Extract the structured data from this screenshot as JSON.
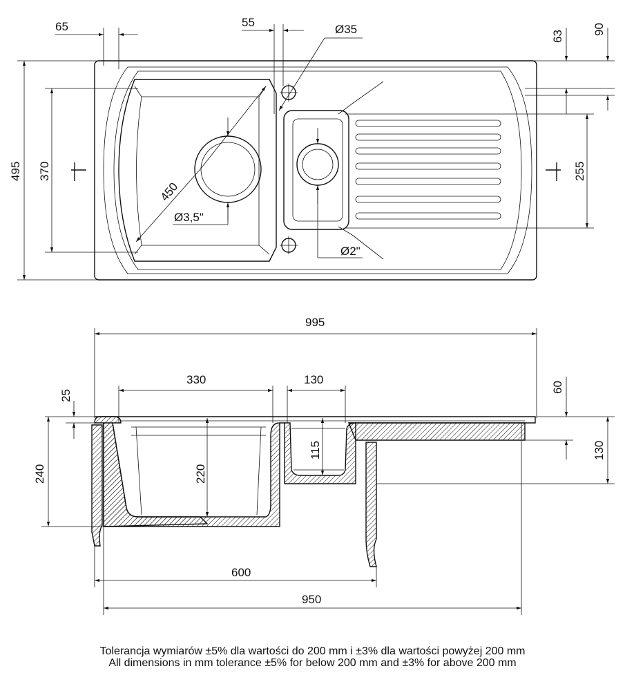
{
  "top_view": {
    "dims": {
      "d65": "65",
      "d55": "55",
      "d35": "Ø35",
      "d63": "63",
      "d90": "90",
      "d495": "495",
      "d370": "370",
      "d255": "255",
      "d450": "450",
      "drain_large": "Ø3,5\"",
      "drain_small": "Ø2\""
    }
  },
  "section_view": {
    "dims": {
      "d995": "995",
      "d330": "330",
      "d130_top": "130",
      "d25": "25",
      "d60": "60",
      "d130_right": "130",
      "d240": "240",
      "d220": "220",
      "d115": "115",
      "d600": "600",
      "d950": "950"
    }
  },
  "notes": {
    "line_pl": "Tolerancja wymiarów ±5% dla wartości do 200 mm i ±3% dla wartości powyżej 200 mm",
    "line_en": "All dimensions in mm tolerance ±5% for below 200 mm and ±3% for above 200 mm"
  }
}
